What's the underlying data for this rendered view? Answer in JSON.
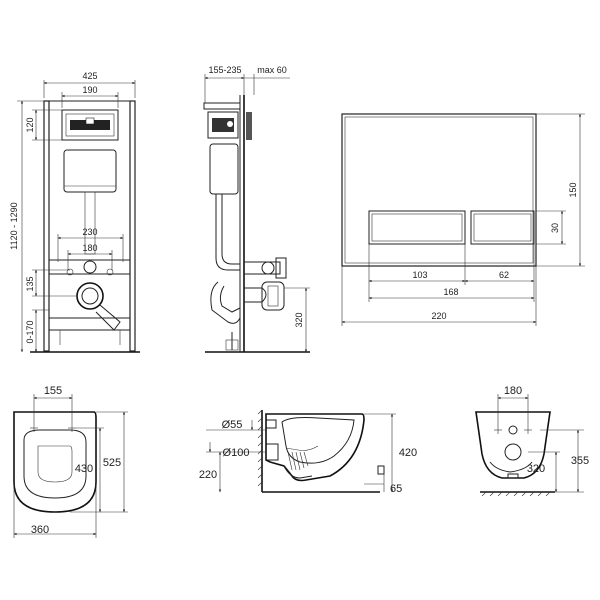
{
  "frame_front": {
    "width_top": "425",
    "width_inner": "190",
    "height_range": "1120 - 1290",
    "top_section": "120",
    "spacing_230": "230",
    "spacing_180": "180",
    "lower_135": "135",
    "bottom_range": "0-170"
  },
  "frame_side": {
    "depth_range": "155-235",
    "max_depth": "max 60",
    "outlet_height": "320"
  },
  "flush_plate": {
    "height": "150",
    "button_height": "30",
    "left_button": "103",
    "right_button": "62",
    "buttons_total": "168",
    "width": "220"
  },
  "toilet_top": {
    "bolt_spacing": "155",
    "length_430": "430",
    "length_525": "525",
    "width": "360"
  },
  "toilet_side": {
    "pipe_55": "Ø55",
    "pipe_100": "Ø100",
    "height_220": "220",
    "height_420": "420",
    "offset_65": "65"
  },
  "toilet_back": {
    "spacing_180": "180",
    "height_320": "320",
    "height_355": "355"
  }
}
